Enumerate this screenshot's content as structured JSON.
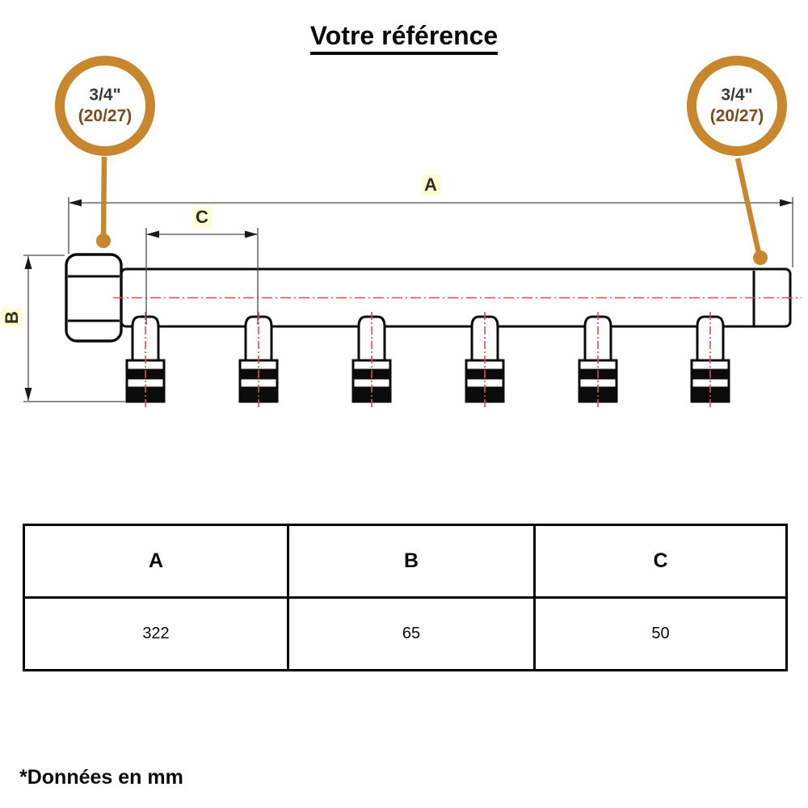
{
  "page": {
    "title": "Votre référence",
    "footnote": "*Données en mm"
  },
  "callouts": {
    "left": {
      "size": "3/4\"",
      "thread": "(20/27)"
    },
    "right": {
      "size": "3/4\"",
      "thread": "(20/27)"
    }
  },
  "dim_labels": {
    "a": "A",
    "b": "B",
    "c": "C"
  },
  "table": {
    "headers": [
      "A",
      "B",
      "C"
    ],
    "values": [
      "322",
      "65",
      "50"
    ]
  },
  "diagram": {
    "outlet_count": 6,
    "colors": {
      "callout_orange": "#C8862D",
      "thread_text_brown": "#7B4A1E",
      "centerline_red": "#E34C4C",
      "label_highlight_yellow": "#FFFFD6",
      "line_black": "#0B0B0B"
    }
  }
}
